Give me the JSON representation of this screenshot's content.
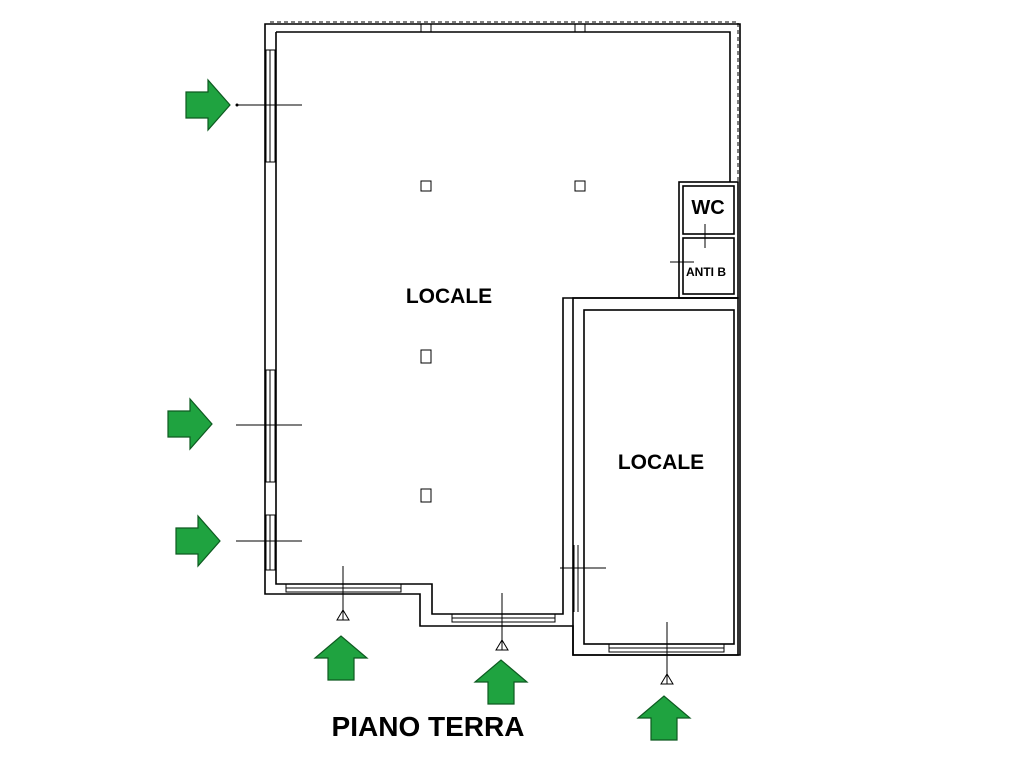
{
  "labels": {
    "main_room": "LOCALE",
    "side_room": "LOCALE",
    "wc": "WC",
    "anti_bagno": "ANTI B",
    "floor_title": "PIANO TERRA"
  },
  "colors": {
    "arrow_fill": "#1fa340",
    "arrow_stroke": "#0d5a20",
    "wall": "#000000"
  },
  "entrance_arrows": {
    "count": 6,
    "icon": "green-entrance-arrow-icon"
  }
}
